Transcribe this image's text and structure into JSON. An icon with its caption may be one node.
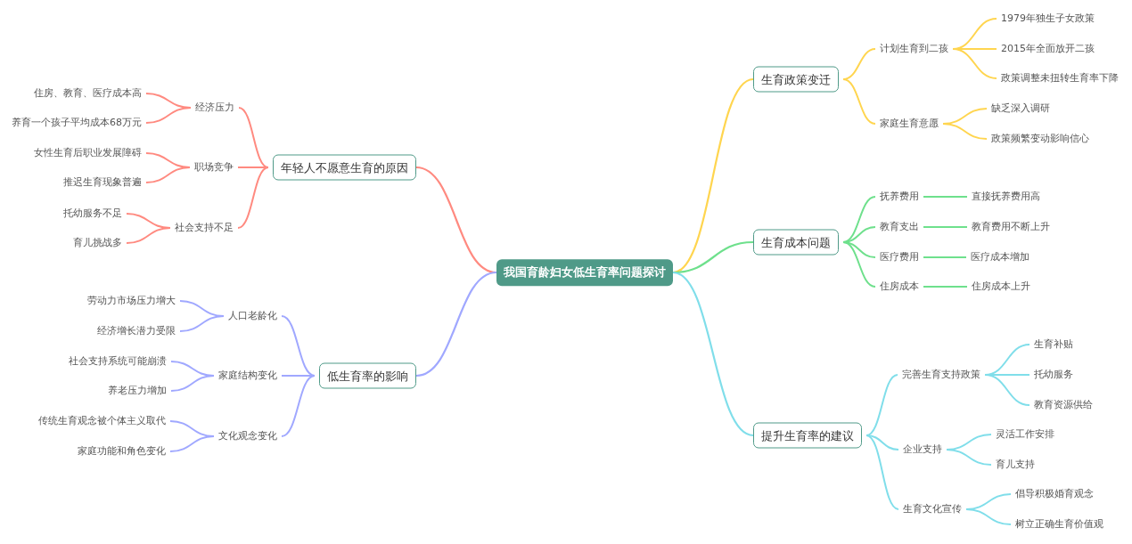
{
  "diagram": {
    "nodes": [
      {
        "text": [
          "我国育龄妇女低生育率问题探讨"
        ]
      },
      {
        "text": [
          "生育政策变迁"
        ]
      },
      {
        "text": [
          "计划生育到二孩"
        ]
      },
      {
        "text": [
          "1979年独生子女政策"
        ]
      },
      {
        "text": [
          "2015年全面放开二孩"
        ]
      },
      {
        "text": [
          "政策调整未扭转生育率下降"
        ]
      },
      {
        "text": [
          "家庭生育意愿"
        ]
      },
      {
        "text": [
          "缺乏深入调研"
        ]
      },
      {
        "text": [
          "政策频繁变动影响信心"
        ]
      },
      {
        "text": [
          "生育成本问题"
        ]
      },
      {
        "text": [
          "抚养费用"
        ]
      },
      {
        "text": [
          "直接抚养费用高"
        ]
      },
      {
        "text": [
          "教育支出"
        ]
      },
      {
        "text": [
          "教育费用不断上升"
        ]
      },
      {
        "text": [
          "医疗费用"
        ]
      },
      {
        "text": [
          "医疗成本增加"
        ]
      },
      {
        "text": [
          "住房成本"
        ]
      },
      {
        "text": [
          "住房成本上升"
        ]
      },
      {
        "text": [
          "提升生育率的建议"
        ]
      },
      {
        "text": [
          "完善生育支持政策"
        ]
      },
      {
        "text": [
          "生育补贴"
        ]
      },
      {
        "text": [
          "托幼服务"
        ]
      },
      {
        "text": [
          "教育资源供给"
        ]
      },
      {
        "text": [
          "企业支持"
        ]
      },
      {
        "text": [
          "灵活工作安排"
        ]
      },
      {
        "text": [
          "育儿支持"
        ]
      },
      {
        "text": [
          "生育文化宣传"
        ]
      },
      {
        "text": [
          "倡导积极婚育观念"
        ]
      },
      {
        "text": [
          "树立正确生育价值观"
        ]
      },
      {
        "text": [
          "年轻人不愿意生育的原因"
        ]
      },
      {
        "text": [
          "经济压力"
        ]
      },
      {
        "text": [
          "住房、教育、医疗成本高"
        ]
      },
      {
        "text": [
          "养育一个孩子平均成本68万元"
        ]
      },
      {
        "text": [
          "职场竞争"
        ]
      },
      {
        "text": [
          "女性生育后职业发展障碍"
        ]
      },
      {
        "text": [
          "推迟生育现象普遍"
        ]
      },
      {
        "text": [
          "社会支持不足"
        ]
      },
      {
        "text": [
          "托幼服务不足"
        ]
      },
      {
        "text": [
          "育儿挑战多"
        ]
      },
      {
        "text": [
          "低生育率的影响"
        ]
      },
      {
        "text": [
          "人口老龄化"
        ]
      },
      {
        "text": [
          "劳动力市场压力增大"
        ]
      },
      {
        "text": [
          "经济增长潜力受限"
        ]
      },
      {
        "text": [
          "家庭结构变化"
        ]
      },
      {
        "text": [
          "社会支持系统可能崩溃"
        ]
      },
      {
        "text": [
          "养老压力增加"
        ]
      },
      {
        "text": [
          "文化观念变化"
        ]
      },
      {
        "text": [
          "传统生育观念被个体主义取代"
        ]
      },
      {
        "text": [
          "家庭功能和角色变化"
        ]
      }
    ],
    "edges": [
      {
        "from": 0,
        "to": 1,
        "arrow": "none",
        "color": "#ffd54f"
      },
      {
        "from": 1,
        "to": 2,
        "arrow": "none",
        "color": "#ffd54f"
      },
      {
        "from": 2,
        "to": 3,
        "arrow": "none",
        "color": "#ffd54f"
      },
      {
        "from": 2,
        "to": 4,
        "arrow": "none",
        "color": "#ffd54f"
      },
      {
        "from": 2,
        "to": 5,
        "arrow": "none",
        "color": "#ffd54f"
      },
      {
        "from": 1,
        "to": 6,
        "arrow": "none",
        "color": "#ffd54f"
      },
      {
        "from": 6,
        "to": 7,
        "arrow": "none",
        "color": "#ffd54f"
      },
      {
        "from": 6,
        "to": 8,
        "arrow": "none",
        "color": "#ffd54f"
      },
      {
        "from": 0,
        "to": 9,
        "arrow": "none",
        "color": "#6ee08c"
      },
      {
        "from": 9,
        "to": 10,
        "arrow": "none",
        "color": "#6ee08c"
      },
      {
        "from": 10,
        "to": 11,
        "arrow": "none",
        "color": "#6ee08c"
      },
      {
        "from": 9,
        "to": 12,
        "arrow": "none",
        "color": "#6ee08c"
      },
      {
        "from": 12,
        "to": 13,
        "arrow": "none",
        "color": "#6ee08c"
      },
      {
        "from": 9,
        "to": 14,
        "arrow": "none",
        "color": "#6ee08c"
      },
      {
        "from": 14,
        "to": 15,
        "arrow": "none",
        "color": "#6ee08c"
      },
      {
        "from": 9,
        "to": 16,
        "arrow": "none",
        "color": "#6ee08c"
      },
      {
        "from": 16,
        "to": 17,
        "arrow": "none",
        "color": "#6ee08c"
      },
      {
        "from": 0,
        "to": 18,
        "arrow": "none",
        "color": "#80deea"
      },
      {
        "from": 18,
        "to": 19,
        "arrow": "none",
        "color": "#80deea"
      },
      {
        "from": 19,
        "to": 20,
        "arrow": "none",
        "color": "#80deea"
      },
      {
        "from": 19,
        "to": 21,
        "arrow": "none",
        "color": "#80deea"
      },
      {
        "from": 19,
        "to": 22,
        "arrow": "none",
        "color": "#80deea"
      },
      {
        "from": 18,
        "to": 23,
        "arrow": "none",
        "color": "#80deea"
      },
      {
        "from": 23,
        "to": 24,
        "arrow": "none",
        "color": "#80deea"
      },
      {
        "from": 23,
        "to": 25,
        "arrow": "none",
        "color": "#80deea"
      },
      {
        "from": 18,
        "to": 26,
        "arrow": "none",
        "color": "#80deea"
      },
      {
        "from": 26,
        "to": 27,
        "arrow": "none",
        "color": "#80deea"
      },
      {
        "from": 26,
        "to": 28,
        "arrow": "none",
        "color": "#80deea"
      },
      {
        "from": 0,
        "to": 29,
        "arrow": "none",
        "color": "#ff8a80"
      },
      {
        "from": 29,
        "to": 30,
        "arrow": "none",
        "color": "#ff8a80"
      },
      {
        "from": 30,
        "to": 31,
        "arrow": "none",
        "color": "#ff8a80"
      },
      {
        "from": 30,
        "to": 32,
        "arrow": "none",
        "color": "#ff8a80"
      },
      {
        "from": 29,
        "to": 33,
        "arrow": "none",
        "color": "#ff8a80"
      },
      {
        "from": 33,
        "to": 34,
        "arrow": "none",
        "color": "#ff8a80"
      },
      {
        "from": 33,
        "to": 35,
        "arrow": "none",
        "color": "#ff8a80"
      },
      {
        "from": 29,
        "to": 36,
        "arrow": "none",
        "color": "#ff8a80"
      },
      {
        "from": 36,
        "to": 37,
        "arrow": "none",
        "color": "#ff8a80"
      },
      {
        "from": 36,
        "to": 38,
        "arrow": "none",
        "color": "#ff8a80"
      },
      {
        "from": 0,
        "to": 39,
        "arrow": "none",
        "color": "#a0a8ff"
      },
      {
        "from": 39,
        "to": 40,
        "arrow": "none",
        "color": "#a0a8ff"
      },
      {
        "from": 40,
        "to": 41,
        "arrow": "none",
        "color": "#a0a8ff"
      },
      {
        "from": 40,
        "to": 42,
        "arrow": "none",
        "color": "#a0a8ff"
      },
      {
        "from": 39,
        "to": 43,
        "arrow": "none",
        "color": "#a0a8ff"
      },
      {
        "from": 43,
        "to": 44,
        "arrow": "none",
        "color": "#a0a8ff"
      },
      {
        "from": 43,
        "to": 45,
        "arrow": "none",
        "color": "#a0a8ff"
      },
      {
        "from": 39,
        "to": 46,
        "arrow": "none",
        "color": "#a0a8ff"
      },
      {
        "from": 46,
        "to": 47,
        "arrow": "none",
        "color": "#a0a8ff"
      },
      {
        "from": 46,
        "to": 48,
        "arrow": "none",
        "color": "#a0a8ff"
      }
    ]
  }
}
